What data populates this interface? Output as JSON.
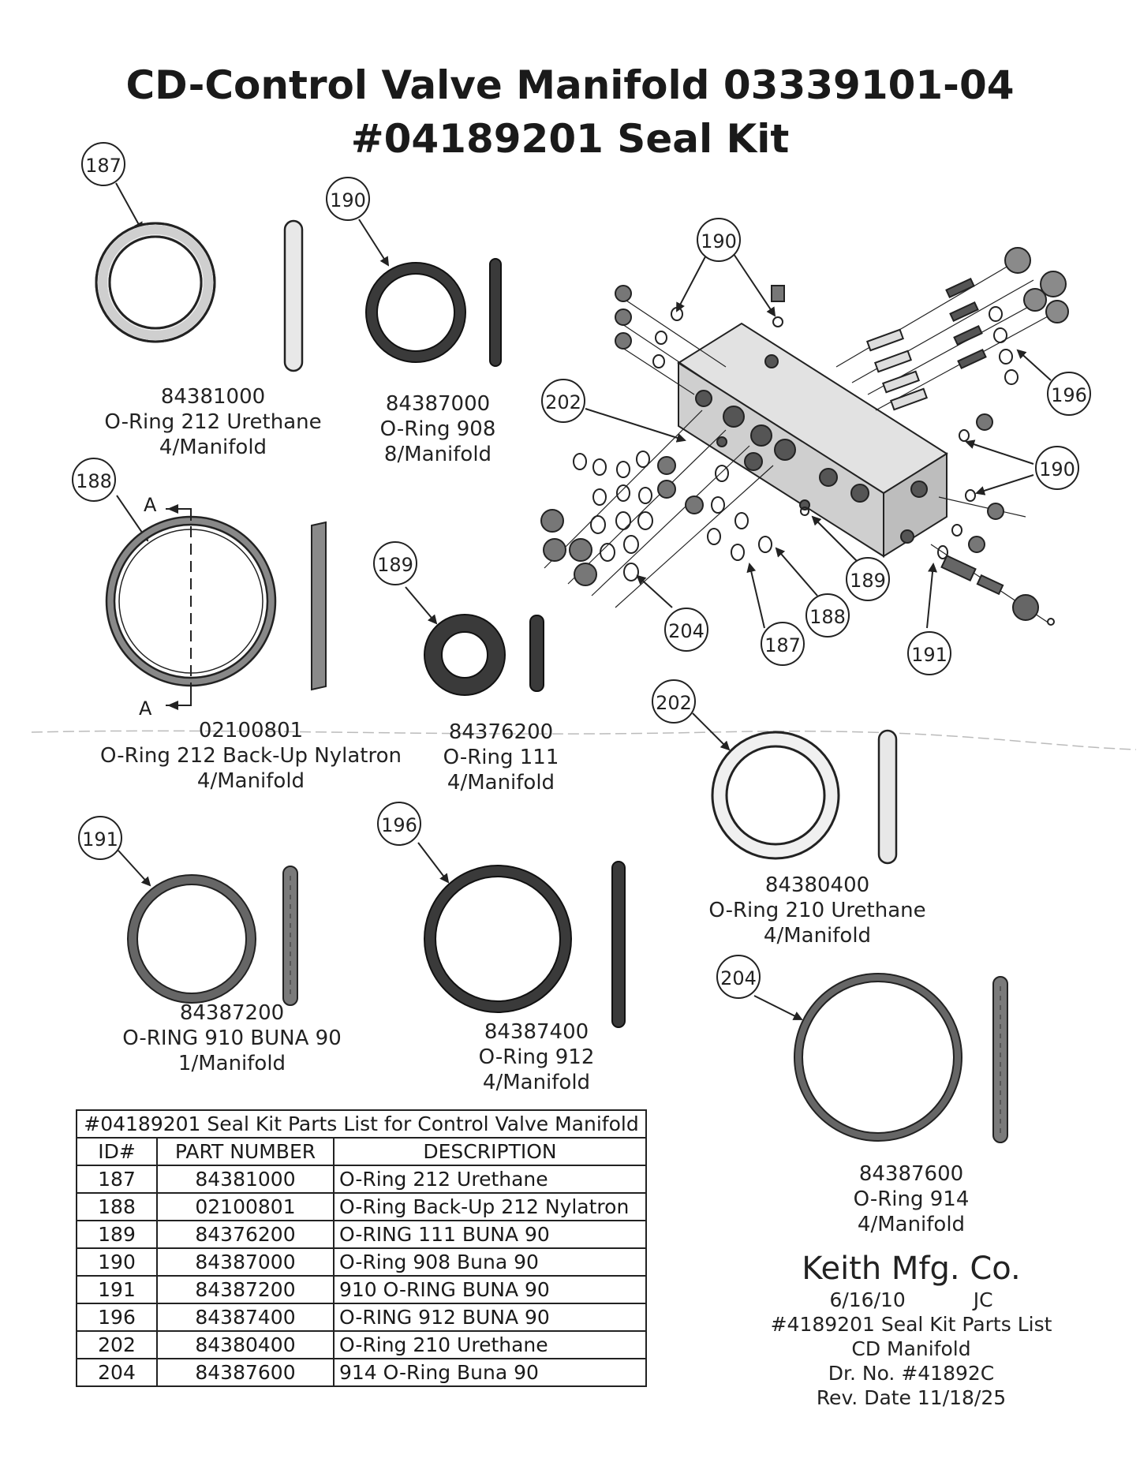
{
  "title": {
    "line1": "CD-Control Valve Manifold 03339101-04",
    "line2": "#04189201 Seal Kit"
  },
  "callouts": {
    "c187_main": "187",
    "c190_main": "190",
    "c188_main": "188",
    "c189_main": "189",
    "c191_main": "191",
    "c196_main": "196",
    "c202_main": "202",
    "c204_main": "204",
    "c190_assy_top": "190",
    "c196_assy": "196",
    "c202_assy": "202",
    "c190_assy_right": "190",
    "c189_assy": "189",
    "c188_assy": "188",
    "c204_assy": "204",
    "c187_assy": "187",
    "c191_assy": "191"
  },
  "section_marks": {
    "top": "A",
    "bottom": "A"
  },
  "parts": {
    "p187": {
      "number": "84381000",
      "name": "O-Ring 212 Urethane",
      "qty": "4/Manifold"
    },
    "p190": {
      "number": "84387000",
      "name": "O-Ring 908",
      "qty": "8/Manifold"
    },
    "p188": {
      "number": "02100801",
      "name": "O-Ring 212 Back-Up Nylatron",
      "qty": "4/Manifold"
    },
    "p189": {
      "number": "84376200",
      "name": "O-Ring 111",
      "qty": "4/Manifold"
    },
    "p202": {
      "number": "84380400",
      "name": "O-Ring 210 Urethane",
      "qty": "4/Manifold"
    },
    "p191": {
      "number": "84387200",
      "name": "O-RING 910 BUNA 90",
      "qty": "1/Manifold"
    },
    "p196": {
      "number": "84387400",
      "name": "O-Ring 912",
      "qty": "4/Manifold"
    },
    "p204": {
      "number": "84387600",
      "name": "O-Ring 914",
      "qty": "4/Manifold"
    }
  },
  "table": {
    "caption": "#04189201 Seal Kit Parts List for Control Valve Manifold",
    "headers": [
      "ID#",
      "PART NUMBER",
      "DESCRIPTION"
    ],
    "rows": [
      [
        "187",
        "84381000",
        "O-Ring 212 Urethane"
      ],
      [
        "188",
        "02100801",
        "O-Ring Back-Up 212 Nylatron"
      ],
      [
        "189",
        "84376200",
        "O-RING 111 BUNA 90"
      ],
      [
        "190",
        "84387000",
        "O-Ring 908 Buna 90"
      ],
      [
        "191",
        "84387200",
        "910 O-RING BUNA 90"
      ],
      [
        "196",
        "84387400",
        "O-RING 912 BUNA 90"
      ],
      [
        "202",
        "84380400",
        "O-Ring 210 Urethane"
      ],
      [
        "204",
        "84387600",
        "914 O-Ring Buna 90"
      ]
    ]
  },
  "info": {
    "company": "Keith Mfg. Co.",
    "date": "6/16/10",
    "initials": "JC",
    "doc_title": "#4189201 Seal Kit Parts List",
    "subject": "CD Manifold",
    "drawing_no": "Dr. No. #41892C",
    "rev_date": "Rev. Date 11/18/25"
  }
}
